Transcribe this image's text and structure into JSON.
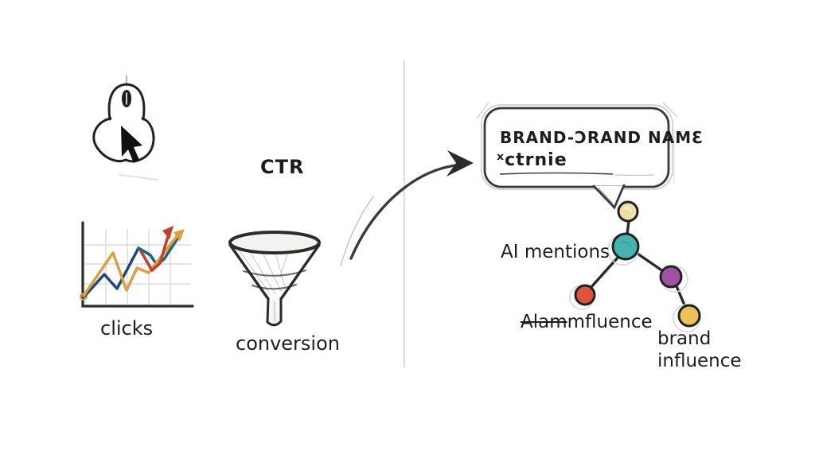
{
  "meta": {
    "style": "hand-drawn marketing sketch on white background",
    "bg_color": "#ffffff",
    "ink_color": "#2b2b2b",
    "divider_color": "#c9c9c9"
  },
  "icons": {
    "mouse_click_icon": "computer-mouse-with-cursor-arrow",
    "funnel_icon": "conversion-funnel",
    "curved_arrow_icon": "curved-arrow-pointing-right-up",
    "speech_bubble_icon": "speech-bubble",
    "network_icon": "five-node-molecule-network"
  },
  "left_panel": {
    "clicks_chart": {
      "type": "line",
      "label": "clicks",
      "series": [
        {
          "name": "navy-line",
          "color": "#1f4a78"
        },
        {
          "name": "teal-line",
          "color": "#16697a"
        },
        {
          "name": "orange-line",
          "color": "#dd9f3f"
        },
        {
          "name": "red-line",
          "color": "#c93b2b"
        }
      ],
      "axes": "plain sketch axes with light gray grid, no tick labels",
      "trend": "zigzag rising, red and orange arrows at upper right"
    },
    "ctr_label": "CTR",
    "conversion_label": "conversion"
  },
  "right_panel": {
    "speech_bubble": {
      "line1": "BRAND-ƆRAND NAMƐ",
      "line2": "ˣctrnie"
    },
    "ai_mentions_label": "AI mentions",
    "crossed_label": {
      "struck": "Alam",
      "rest": "mfluence"
    },
    "brand_influence_label": {
      "line1": "brand",
      "line2": "influence"
    },
    "network": {
      "nodes": [
        {
          "id": "top-cream",
          "color": "#f1e0a6"
        },
        {
          "id": "center-teal",
          "color": "#45b3b0"
        },
        {
          "id": "left-red",
          "color": "#e0523c"
        },
        {
          "id": "right-purple",
          "color": "#a052a5"
        },
        {
          "id": "bottom-yellow",
          "color": "#ecc257"
        }
      ],
      "outline_color": "#222222"
    }
  }
}
